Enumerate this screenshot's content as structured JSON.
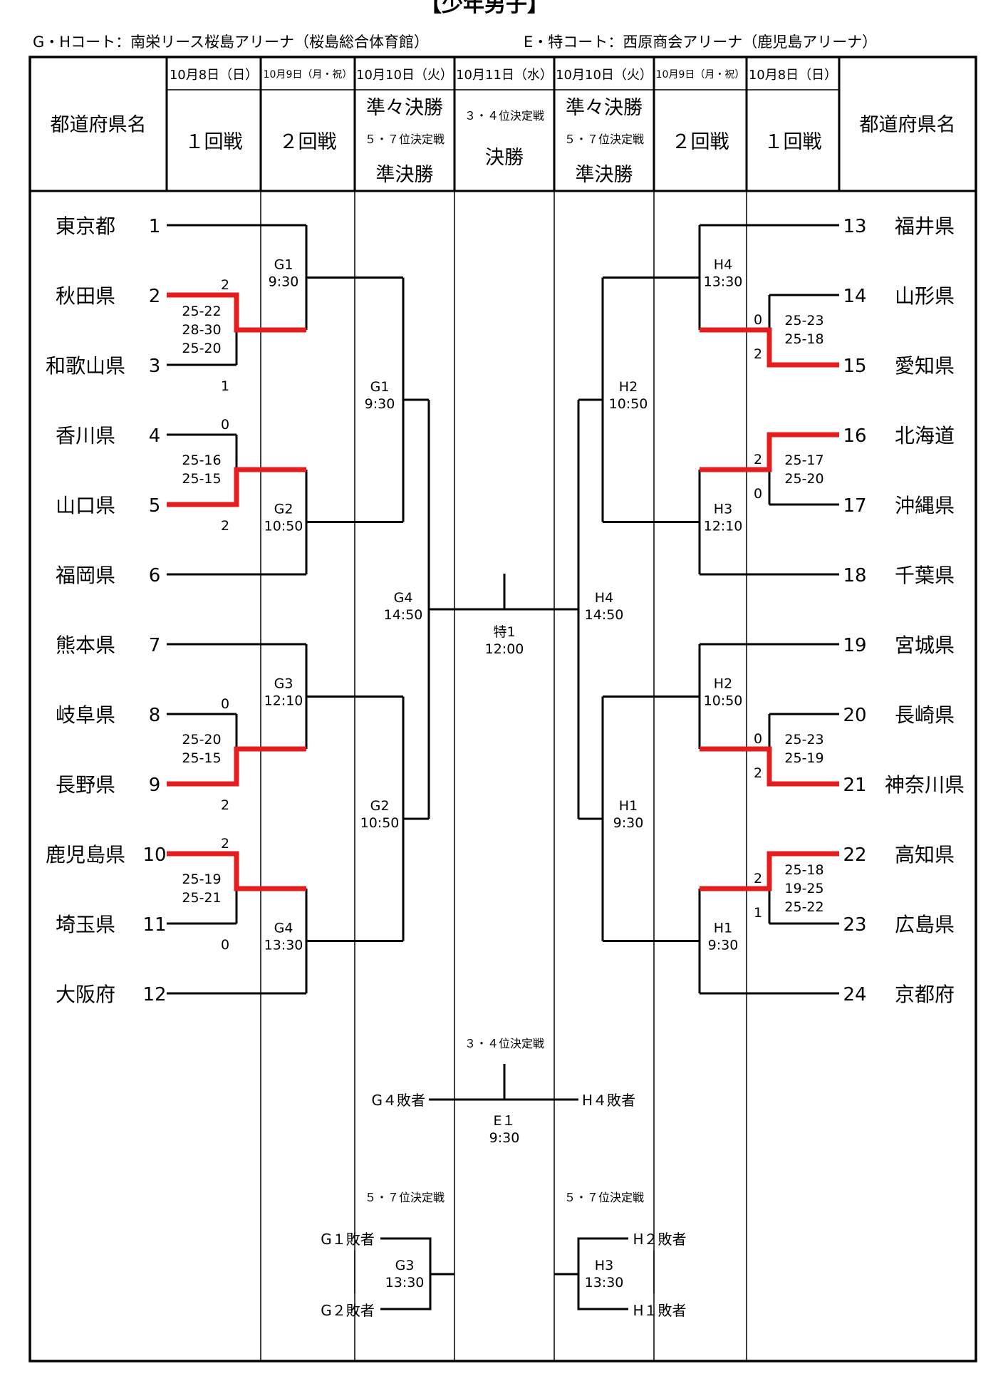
{
  "title": "【少年男子】",
  "venue_left": "G・Hコート：南栄リース桜島アリーナ（桜島総合体育館）",
  "venue_right": "E・特コート：西原商会アリーナ（鹿児島アリーナ）",
  "header": {
    "pref_label": "都道府県名",
    "dates": [
      "10月8日（日）",
      "10月9日（月・祝）",
      "10月10日（火）",
      "10月11日（水）",
      "10月10日（火）",
      "10月9日（月・祝）",
      "10月8日（日）"
    ],
    "round1": "１回戦",
    "round2": "２回戦",
    "qf": "準々決勝",
    "place57": "５・７位決定戦",
    "sf": "準決勝",
    "place34": "３・４位決定戦",
    "final": "決勝"
  },
  "left_teams": [
    {
      "name": "東京都",
      "no": "1"
    },
    {
      "name": "秋田県",
      "no": "2"
    },
    {
      "name": "和歌山県",
      "no": "3"
    },
    {
      "name": "香川県",
      "no": "4"
    },
    {
      "name": "山口県",
      "no": "5"
    },
    {
      "name": "福岡県",
      "no": "6"
    },
    {
      "name": "熊本県",
      "no": "7"
    },
    {
      "name": "岐阜県",
      "no": "8"
    },
    {
      "name": "長野県",
      "no": "9"
    },
    {
      "name": "鹿児島県",
      "no": "10"
    },
    {
      "name": "埼玉県",
      "no": "11"
    },
    {
      "name": "大阪府",
      "no": "12"
    }
  ],
  "right_teams": [
    {
      "name": "福井県",
      "no": "13"
    },
    {
      "name": "山形県",
      "no": "14"
    },
    {
      "name": "愛知県",
      "no": "15"
    },
    {
      "name": "北海道",
      "no": "16"
    },
    {
      "name": "沖縄県",
      "no": "17"
    },
    {
      "name": "千葉県",
      "no": "18"
    },
    {
      "name": "宮城県",
      "no": "19"
    },
    {
      "name": "長崎県",
      "no": "20"
    },
    {
      "name": "神奈川県",
      "no": "21"
    },
    {
      "name": "高知県",
      "no": "22"
    },
    {
      "name": "広島県",
      "no": "23"
    },
    {
      "name": "京都府",
      "no": "24"
    }
  ],
  "left_r1": [
    {
      "top_score": "2",
      "bottom_score": "1",
      "sets": [
        "25-22",
        "28-30",
        "25-20"
      ]
    },
    {
      "top_score": "0",
      "bottom_score": "2",
      "sets": [
        "25-16",
        "25-15"
      ]
    },
    {
      "top_score": "0",
      "bottom_score": "2",
      "sets": [
        "25-20",
        "25-15"
      ]
    },
    {
      "top_score": "2",
      "bottom_score": "0",
      "sets": [
        "25-19",
        "25-21"
      ]
    }
  ],
  "right_r1": [
    {
      "top_score": "0",
      "bottom_score": "2",
      "sets": [
        "25-23",
        "25-18"
      ]
    },
    {
      "top_score": "2",
      "bottom_score": "0",
      "sets": [
        "25-17",
        "25-20"
      ]
    },
    {
      "top_score": "0",
      "bottom_score": "2",
      "sets": [
        "25-23",
        "25-19"
      ]
    },
    {
      "top_score": "2",
      "bottom_score": "1",
      "sets": [
        "25-18",
        "19-25",
        "25-22"
      ]
    }
  ],
  "left_r2_matches": [
    {
      "code": "G1",
      "time": "9:30"
    },
    {
      "code": "G2",
      "time": "10:50"
    },
    {
      "code": "G3",
      "time": "12:10"
    },
    {
      "code": "G4",
      "time": "13:30"
    }
  ],
  "right_r2_matches": [
    {
      "code": "H4",
      "time": "13:30"
    },
    {
      "code": "H3",
      "time": "12:10"
    },
    {
      "code": "H2",
      "time": "10:50"
    },
    {
      "code": "H1",
      "time": "9:30"
    }
  ],
  "left_qf_matches": [
    {
      "code": "G1",
      "time": "9:30"
    },
    {
      "code": "G2",
      "time": "10:50"
    }
  ],
  "right_qf_matches": [
    {
      "code": "H2",
      "time": "10:50"
    },
    {
      "code": "H1",
      "time": "9:30"
    }
  ],
  "left_sf": {
    "code": "G4",
    "time": "14:50"
  },
  "right_sf": {
    "code": "H4",
    "time": "14:50"
  },
  "final": {
    "code": "特1",
    "time": "12:00"
  },
  "third_place": {
    "label": "３・４位決定戦",
    "left": "G４敗者",
    "right": "H４敗者",
    "code": "E１",
    "time": "9:30"
  },
  "fifth_left": {
    "label": "５・７位決定戦",
    "top": "G１敗者",
    "bottom": "G２敗者",
    "code": "G3",
    "time": "13:30"
  },
  "fifth_right": {
    "label": "５・７位決定戦",
    "top": "H２敗者",
    "bottom": "H１敗者",
    "code": "H3",
    "time": "13:30"
  }
}
